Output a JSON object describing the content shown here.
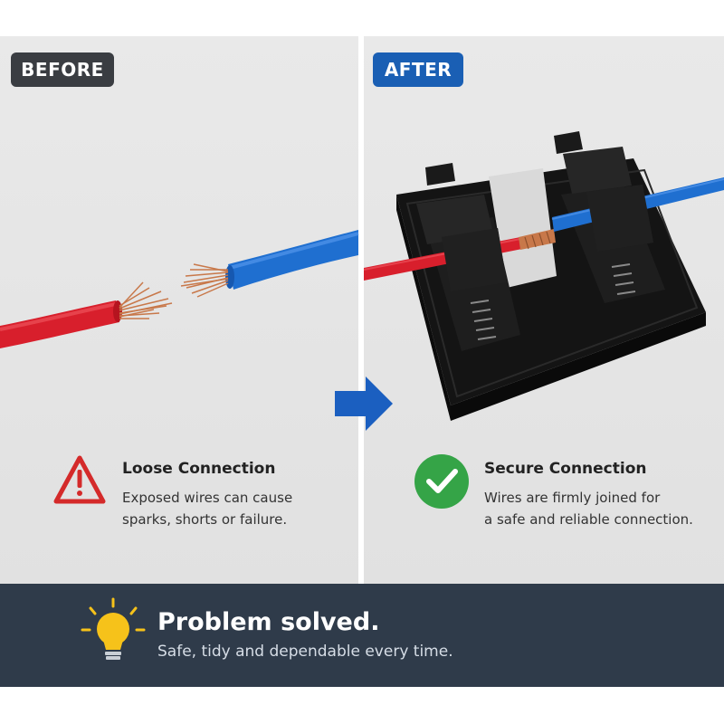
{
  "badges": {
    "before": "BEFORE",
    "after": "AFTER"
  },
  "left_caption": {
    "title": "Loose Connection",
    "lines": [
      "Exposed wires can cause",
      "sparks, shorts or failure."
    ],
    "icon": "warning-triangle-icon"
  },
  "right_caption": {
    "title": "Secure Connection",
    "lines": [
      "Wires are firmly joined for",
      "a safe and reliable connection."
    ],
    "icon": "check-circle-icon"
  },
  "footer": {
    "title": "Problem solved.",
    "subtitle": "Safe, tidy and dependable every time.",
    "icon": "lightbulb-icon"
  },
  "arrow_icon": "arrow-right-icon",
  "colors": {
    "before_badge": "#3a3d42",
    "after_badge": "#1a5fb4",
    "red_wire": "#d81f2c",
    "blue_wire": "#1f6fd0",
    "copper": "#c8784a",
    "warning_red": "#d42a2a",
    "check_green": "#35a447",
    "arrow_blue": "#1b5fc0",
    "footer_bg": "#2f3b4a",
    "bulb_yellow": "#f6c21a"
  }
}
